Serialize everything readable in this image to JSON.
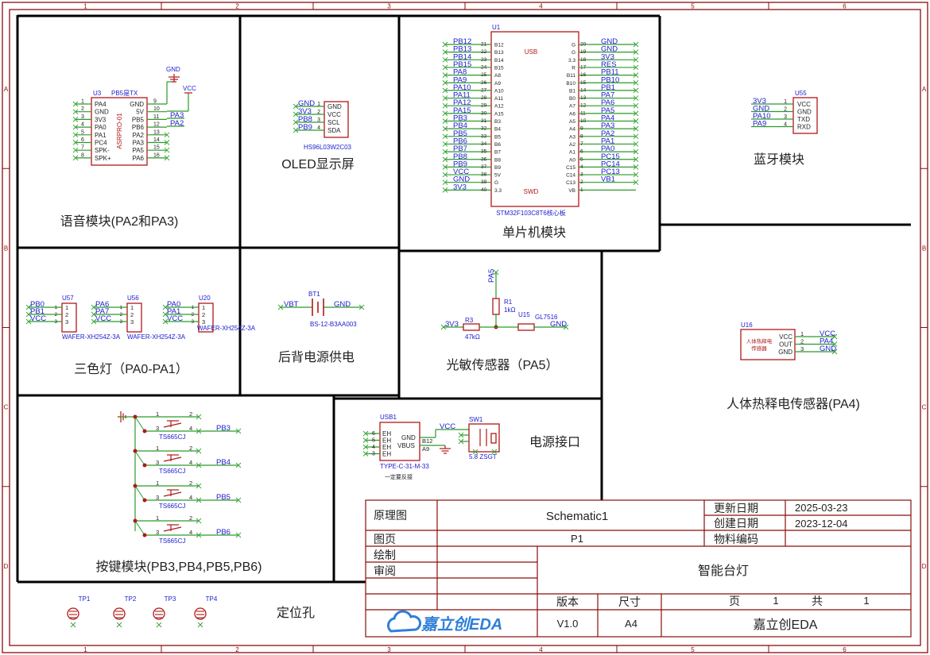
{
  "colors": {
    "frame": "#8a0d0d",
    "wire": "#2a9a2a",
    "label": "#1b1bcf",
    "part": "#b01818",
    "text": "#222222",
    "cross": "#3aa83a"
  },
  "border": {
    "cols": [
      "1",
      "2",
      "3",
      "4",
      "5",
      "6"
    ],
    "rows": [
      "A",
      "B",
      "C",
      "D"
    ]
  },
  "modules": {
    "voice": {
      "title": "语音模块(PA2和PA3)",
      "ref": "U3",
      "net_top": "PB5是TX",
      "value": "ASRPRO-01",
      "pins_l": [
        "PA4",
        "GND",
        "3V3",
        "PA0",
        "PA1",
        "PC4",
        "SPK-",
        "SPK+"
      ],
      "pins_r": [
        "GND",
        "5V",
        "PB5",
        "PB6",
        "PA2",
        "PA3",
        "PA5",
        "PA6"
      ],
      "num_l": [
        "1",
        "2",
        "3",
        "4",
        "5",
        "6",
        "7",
        "8"
      ],
      "num_r": [
        "9",
        "10",
        "11",
        "12",
        "13",
        "14",
        "15",
        "16"
      ],
      "gnd": "GND",
      "vcc": "VCC",
      "net_pa3": "PA3",
      "net_pa2": "PA2"
    },
    "oled": {
      "title": "OLED显示屏",
      "value": "HS96L03W2C03",
      "nets": [
        "GND",
        "3V3",
        "PB8",
        "PB9"
      ],
      "pins": [
        "GND",
        "VCC",
        "SCL",
        "SDA"
      ],
      "nums": [
        "1",
        "2",
        "3",
        "4"
      ]
    },
    "mcu": {
      "title": "单片机模块",
      "ref": "U1",
      "value": "STM32F103C8T6核心板",
      "usb": "USB",
      "swd": "SWD",
      "nets_l": [
        "PB12",
        "PB13",
        "PB14",
        "PB15",
        "PA8",
        "PA9",
        "PA10",
        "PA11",
        "PA12",
        "PA15",
        "PB3",
        "PB4",
        "PB5",
        "PB6",
        "PB7",
        "PB8",
        "PB9",
        "VCC",
        "GND",
        "3V3"
      ],
      "num_l": [
        "21",
        "22",
        "23",
        "24",
        "25",
        "26",
        "27",
        "28",
        "29",
        "30",
        "31",
        "32",
        "33",
        "34",
        "35",
        "36",
        "37",
        "38",
        "39",
        "40"
      ],
      "pin_l": [
        "B12",
        "B13",
        "B14",
        "B15",
        "A8",
        "A9",
        "A10",
        "A11",
        "A12",
        "A15",
        "B3",
        "B4",
        "B5",
        "B6",
        "B7",
        "B8",
        "B9",
        "5V",
        "G",
        "3.3"
      ],
      "nets_r": [
        "GND",
        "GND",
        "3V3",
        "RES",
        "PB11",
        "PB10",
        "PB1",
        "PA7",
        "PA6",
        "PA5",
        "PA4",
        "PA3",
        "PA2",
        "PA1",
        "PA0",
        "PC15",
        "PC14",
        "PC13",
        "VB1",
        ""
      ],
      "num_r": [
        "20",
        "19",
        "18",
        "17",
        "16",
        "15",
        "14",
        "13",
        "12",
        "11",
        "10",
        "9",
        "8",
        "7",
        "6",
        "5",
        "4",
        "3",
        "2",
        "1"
      ],
      "pin_r": [
        "G",
        "G",
        "3.3",
        "R",
        "B11",
        "B10",
        "B1",
        "B0",
        "A7",
        "A6",
        "A5",
        "A4",
        "A3",
        "A2",
        "A1",
        "A0",
        "C15",
        "C14",
        "C13",
        "VB"
      ]
    },
    "bluetooth": {
      "title": "蓝牙模块",
      "ref": "U55",
      "nets": [
        "3V3",
        "GND",
        "PA10",
        "PA9"
      ],
      "pins": [
        "VCC",
        "GND",
        "TXD",
        "RXD"
      ],
      "nums": [
        "1",
        "2",
        "3",
        "4"
      ]
    },
    "rgb": {
      "title": "三色灯（PA0-PA1）",
      "parts": [
        {
          "ref": "U57",
          "nets": [
            "PB0",
            "PB1",
            "VCC"
          ]
        },
        {
          "ref": "U56",
          "nets": [
            "PA6",
            "PA7",
            "VCC"
          ]
        },
        {
          "ref": "U20",
          "nets": [
            "PA0",
            "PA1",
            "VCC"
          ]
        }
      ],
      "value": "WAFER-XH254Z-3A",
      "nums": [
        "1",
        "2",
        "3"
      ]
    },
    "battery": {
      "title": "后背电源供电",
      "ref": "BT1",
      "value": "BS-12-B3AA003",
      "vbt": "VBT",
      "gnd": "GND"
    },
    "light": {
      "title": "光敏传感器（PA5）",
      "net_pa5": "PA5",
      "r1": "R1",
      "r1_val": "1kΩ",
      "u15": "U15",
      "u15_val": "GL7516",
      "r3": "R3",
      "r3_val": "47kΩ",
      "net_3v3": "3V3",
      "net_gnd": "GND"
    },
    "pir": {
      "title": "人体热释电传感器(PA4)",
      "ref": "U16",
      "body": [
        "人体热释电",
        "传感器"
      ],
      "pins": [
        "VCC",
        "OUT",
        "GND"
      ],
      "nums": [
        "1",
        "2",
        "3"
      ],
      "nets": [
        "VCC",
        "PA4",
        "GND"
      ]
    },
    "keys": {
      "title": "按键模块(PB3,PB4,PB5,PB6)",
      "value": "TS665CJ",
      "nets": [
        "PB3",
        "PB4",
        "PB5",
        "PB6"
      ],
      "nums": [
        "1",
        "2",
        "3",
        "4"
      ]
    },
    "power": {
      "title": "电源接口",
      "usb_ref": "USB1",
      "usb_val": "TYPE-C-31-M-33",
      "note": "一定要反接",
      "usb_pins": [
        "EH",
        "EH",
        "EH",
        "EH"
      ],
      "usb_nums": [
        "6",
        "5",
        "4",
        "3"
      ],
      "gnd": "GND",
      "vbus": "VBUS",
      "b12": "B12",
      "a9": "A9",
      "vcc": "VCC",
      "sw_ref": "SW1",
      "sw_val": "5.8 ZSGT"
    },
    "holes": {
      "title": "定位孔",
      "refs": [
        "TP1",
        "TP2",
        "TP3",
        "TP4"
      ]
    }
  },
  "titleblock": {
    "doc_type": "原理图",
    "sheet_name": "Schematic1",
    "update_label": "更新日期",
    "update_date": "2025-03-23",
    "create_label": "创建日期",
    "create_date": "2023-12-04",
    "page_label": "图页",
    "page_value": "P1",
    "part_label": "物料编码",
    "draw_label": "绘制",
    "review_label": "审阅",
    "project": "智能台灯",
    "version_label": "版本",
    "version": "V1.0",
    "size_label": "尺寸",
    "size": "A4",
    "page_word": "页",
    "page_num": "1",
    "total_word": "共",
    "total_num": "1",
    "logo": "嘉立创EDA",
    "company": "嘉立创EDA"
  }
}
